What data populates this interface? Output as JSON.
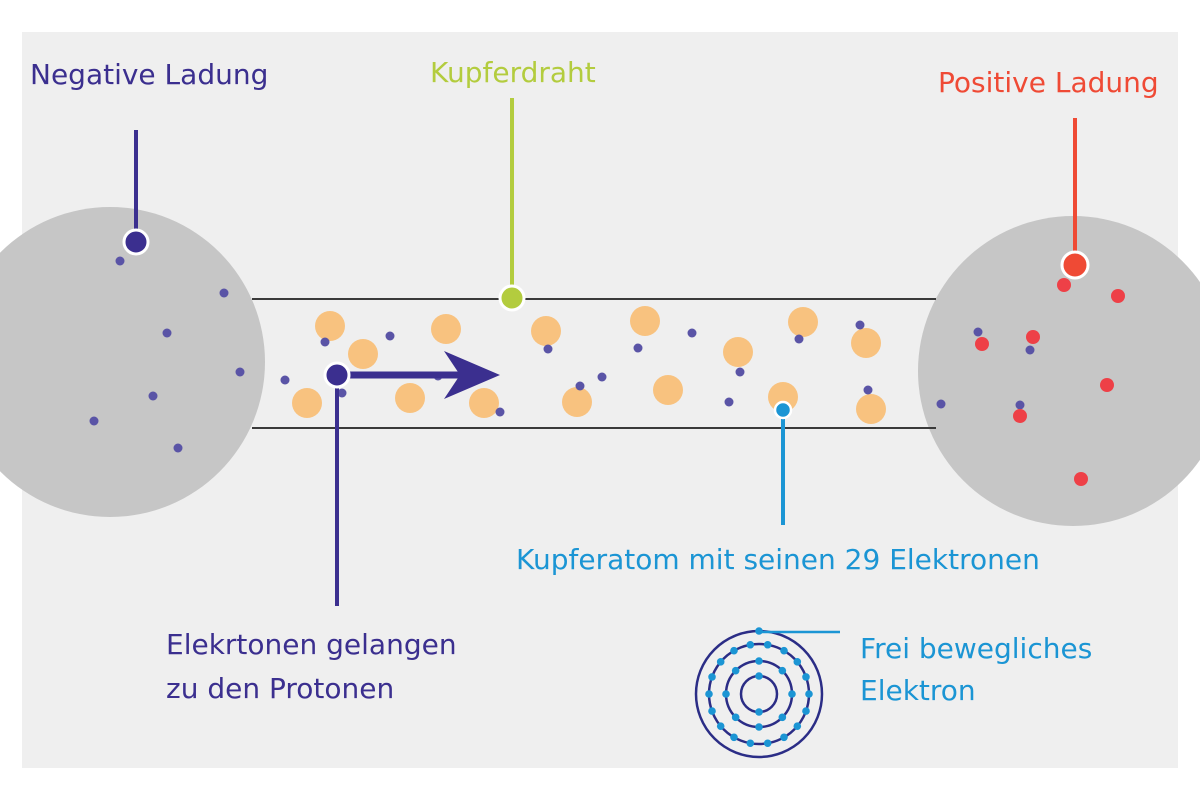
{
  "labels": {
    "negative_charge": "Negative Ladung",
    "copper_wire": "Kupferdraht",
    "positive_charge": "Positive Ladung",
    "copper_atom": "Kupferatom mit seinen 29 Elektronen",
    "electron_flow_line1": "Elekrtonen gelangen",
    "electron_flow_line2": "zu den Protonen",
    "free_electron_line1": "Frei bewegliches",
    "free_electron_line2": "Elektron"
  },
  "colors": {
    "background": "#efefef",
    "sphere": "#c6c6c6",
    "negative": "#3b2f8f",
    "positive": "#ef4a35",
    "copper_wire": "#b3cc3e",
    "atom_label": "#1b95d4",
    "atom_fill": "#f8c27f",
    "electron": "#5a54a6",
    "proton": "#ee4047",
    "wire_border": "#3a3a3a"
  },
  "icons": {
    "arrow": "right-arrow-icon",
    "atom": "atom-shell-icon"
  }
}
